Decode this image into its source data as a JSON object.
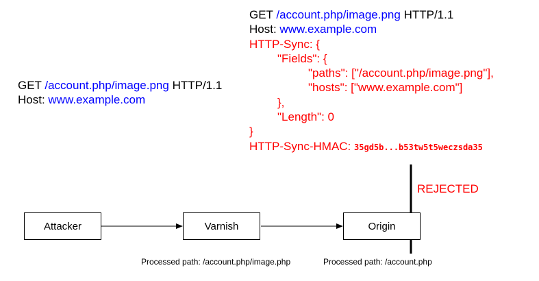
{
  "left_request": {
    "method": "GET",
    "path": "/account.php/image.png",
    "protocol": "HTTP/1.1",
    "host_label": "Host:",
    "host": "www.example.com"
  },
  "right_request": {
    "method": "GET",
    "path": "/account.php/image.png",
    "protocol": "HTTP/1.1",
    "host_label": "Host:",
    "host": "www.example.com",
    "sync_open": "HTTP-Sync: {",
    "fields_open": "\"Fields\": {",
    "paths_line": "\"paths\": [\"/account.php/image.png\"],",
    "hosts_line": "\"hosts\": [\"www.example.com\"]",
    "fields_close": "},",
    "length_line": "\"Length\": 0",
    "sync_close": "}",
    "hmac_label": "HTTP-Sync-HMAC:",
    "hmac_value": "35gd5b...b53tw5t5weczsda35"
  },
  "nodes": {
    "attacker": "Attacker",
    "varnish": "Varnish",
    "origin": "Origin"
  },
  "status": {
    "rejected": "REJECTED"
  },
  "captions": {
    "varnish_path": "Processed path: /account.php/image.php",
    "origin_path": "Processed path: /account.php"
  }
}
